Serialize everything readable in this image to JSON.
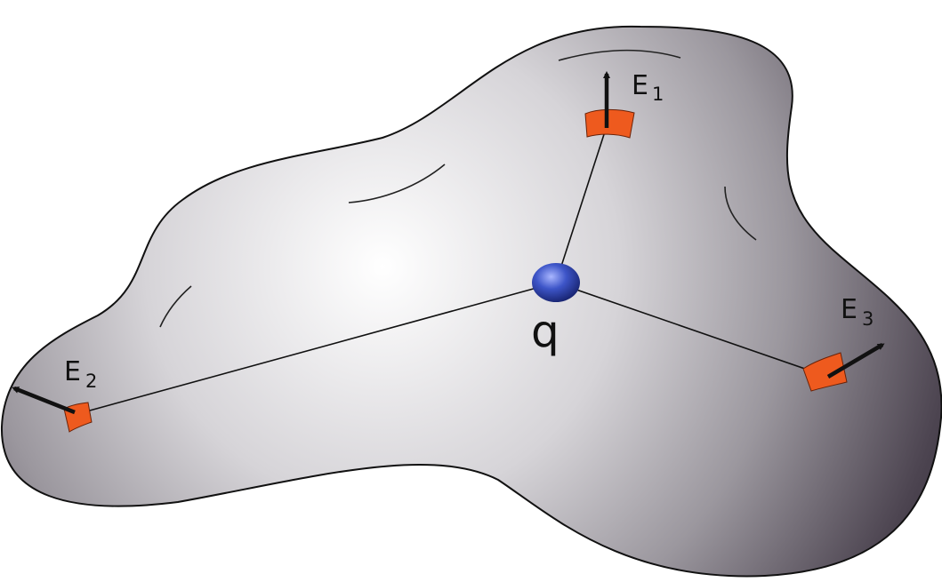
{
  "diagram": {
    "charge_label": "q",
    "field_labels": [
      {
        "main": "E",
        "sub": "1"
      },
      {
        "main": "E",
        "sub": "2"
      },
      {
        "main": "E",
        "sub": "3"
      }
    ],
    "colors": {
      "surface_light": "#ffffff",
      "surface_mid": "#c9c7cb",
      "surface_dark": "#2e2630",
      "patch": "#ee5a1e",
      "charge": "#3348b8",
      "line": "#111111"
    }
  }
}
